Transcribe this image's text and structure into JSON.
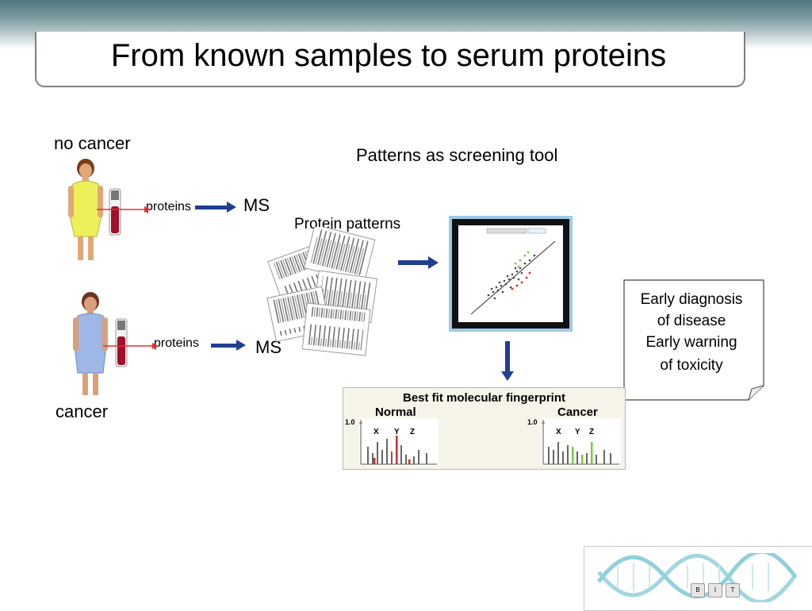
{
  "slide": {
    "title": "From known samples to serum proteins"
  },
  "diagram": {
    "no_cancer_label": "no cancer",
    "cancer_label": "cancer",
    "proteins_top": "proteins",
    "proteins_bottom": "proteins",
    "ms_top": "MS",
    "ms_bottom": "MS",
    "protein_patterns_label": "Protein patterns",
    "screening_label": "Patterns as screening tool",
    "note_lines": [
      "Early diagnosis",
      "of disease",
      "Early warning",
      "of toxicity"
    ]
  },
  "fingerprint": {
    "title": "Best fit molecular fingerprint",
    "normal_label": "Normal",
    "cancer_label": "Cancer",
    "y_tick": "1.0",
    "peak_labels": [
      "X",
      "Y",
      "Z"
    ],
    "normal_highlight_color": "#d22b2b",
    "cancer_highlight_color": "#7ac943"
  },
  "logo": {
    "letters": [
      "B",
      "I",
      "T"
    ],
    "icon": "dna-helix-icon"
  },
  "colors": {
    "arrow": "#1f3f8f",
    "connector": "#e03030",
    "no_cancer_dress": "#eef05a",
    "cancer_dress": "#9fb7e6"
  }
}
